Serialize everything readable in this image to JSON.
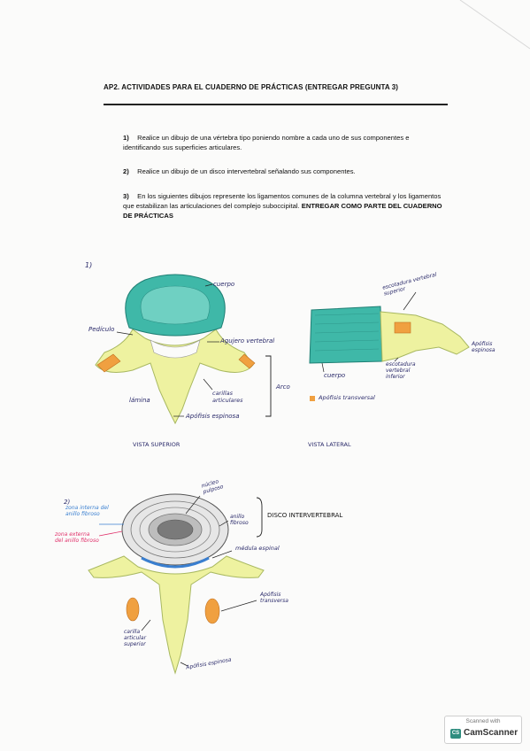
{
  "heading": {
    "title": "AP2. ACTIVIDADES PARA EL CUADERNO DE PRÁCTICAS",
    "subtitle": "(ENTREGAR PREGUNTA 3)"
  },
  "questions": [
    {
      "num": "1)",
      "text": "Realice un dibujo de una vértebra tipo poniendo nombre a cada uno de sus componentes e identificando sus superficies articulares."
    },
    {
      "num": "2)",
      "text": "Realice un dibujo de un disco intervertebral señalando sus componentes."
    },
    {
      "num": "3)",
      "text": "En los siguientes dibujos represente los ligamentos comunes de la columna vertebral y los ligamentos que estabilizan las articulaciones del complejo suboccipital.",
      "emphasis": "ENTREGAR COMO PARTE DEL CUADERNO DE PRÁCTICAS"
    }
  ],
  "figure1": {
    "number": "1)",
    "labels": {
      "cuerpo_sup": "cuerpo",
      "pediculo": "Pedículo",
      "agujero": "Agujero vertebral",
      "carillas": "carillas articulares",
      "arco": "Arco",
      "lamina": "lámina",
      "apofisis_esp": "Apófisis espinosa",
      "vista_superior": "VISTA SUPERIOR",
      "escotadura_sup": "escotadura vertebral superior",
      "apofisis_esp_lat": "Apófisis espinosa",
      "cuerpo_lat": "cuerpo",
      "escotadura_inf": "escotadura vertebral inferior",
      "apofisis_trans": "Apófisis transversal",
      "vista_lateral": "VISTA LATERAL"
    }
  },
  "figure2": {
    "number": "2)",
    "labels": {
      "zona_interna": "zona interna del anillo fibroso",
      "zona_externa": "zona externa del anillo fibroso",
      "nucleo": "núcleo pulposo",
      "anillo": "anillo fibroso",
      "disco": "DISCO INTERVERTEBRAL",
      "medula": "médula espinal",
      "apofisis_trans": "Apófisis transversa",
      "carilla": "carilla articular superior",
      "apofisis_esp": "Apófisis espinosa"
    }
  },
  "colors": {
    "body_teal": "#3fb8a8",
    "bone_yellow": "#eef2a0",
    "orange": "#f0a040",
    "pink": "#e0306a",
    "blue_label": "#3a7fd0",
    "ink": "#2a2a6a"
  },
  "scanner": {
    "line1": "Scanned with",
    "brand": "CamScanner",
    "logo": "CS"
  }
}
